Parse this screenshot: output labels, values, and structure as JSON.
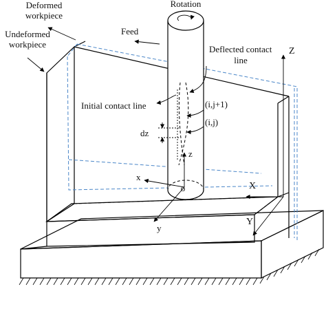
{
  "labels": {
    "rotation": "Rotation",
    "deformed": [
      "Deformed",
      "workpiece"
    ],
    "undeformed": [
      "Undeformed",
      "workpiece"
    ],
    "feed": "Feed",
    "deflected": [
      "Deflected contact",
      "line"
    ],
    "initial": "Initial contact line",
    "node_upper": "(i,j+1)",
    "node_lower": "(i,j)",
    "dz": "dz",
    "axis_Z": "Z",
    "axis_X": "X",
    "axis_Y": "Y",
    "axis_x": "x",
    "axis_y": "y",
    "axis_z": "z",
    "origin": "o"
  },
  "colors": {
    "line": "#000000",
    "deformed_outline": "#4a86c8"
  }
}
